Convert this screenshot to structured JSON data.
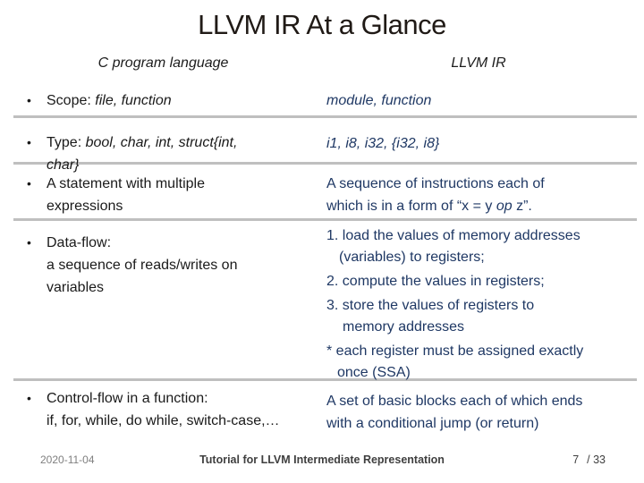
{
  "slide": {
    "title": "LLVM IR At a Glance",
    "columns": {
      "left_header": "C program language",
      "right_header": "LLVM IR"
    },
    "rows": {
      "scope": {
        "left_prefix": "Scope: ",
        "left_italic": "file, function",
        "right": "module, function"
      },
      "type": {
        "left_prefix": "Type: ",
        "left_italic_line1": "bool, char, int, struct{int,",
        "left_italic_line2": "char}",
        "right": "i1, i8, i32, {i32, i8}"
      },
      "statement": {
        "left": "A statement with multiple expressions",
        "right_line1": "A sequence of instructions each of",
        "right_line2_before": "which is in a form of “x = y ",
        "right_line2_italic": "op",
        "right_line2_after": " z”."
      },
      "dataflow": {
        "left_line1": "Data-flow:",
        "left_line2": "a sequence of reads/writes on",
        "left_line3": "variables",
        "right_items": [
          {
            "l1": "1. load the values of memory addresses",
            "l2": "(variables) to registers;"
          },
          {
            "l1": "2. compute the values in registers;"
          },
          {
            "l1": "3. store the values of registers to",
            "l2": "memory addresses"
          },
          {
            "l1": "* each register must be assigned exactly",
            "l2": "once (SSA)"
          }
        ]
      },
      "controlflow": {
        "left_line1": "Control-flow in a function:",
        "left_line2": "if, for, while, do while, switch-case,…",
        "right_line1": "A set of basic blocks each of which ends",
        "right_line2": "with a conditional jump (or return)"
      }
    },
    "bullet_glyph": "•",
    "footer": {
      "date": "2020-11-04",
      "center": "Tutorial for LLVM Intermediate Representation",
      "page": "7",
      "total": "/ 33"
    },
    "colors": {
      "llvm_ir_text": "#1F3864",
      "divider": "#BFBFBF",
      "title_text": "#201A16"
    }
  }
}
